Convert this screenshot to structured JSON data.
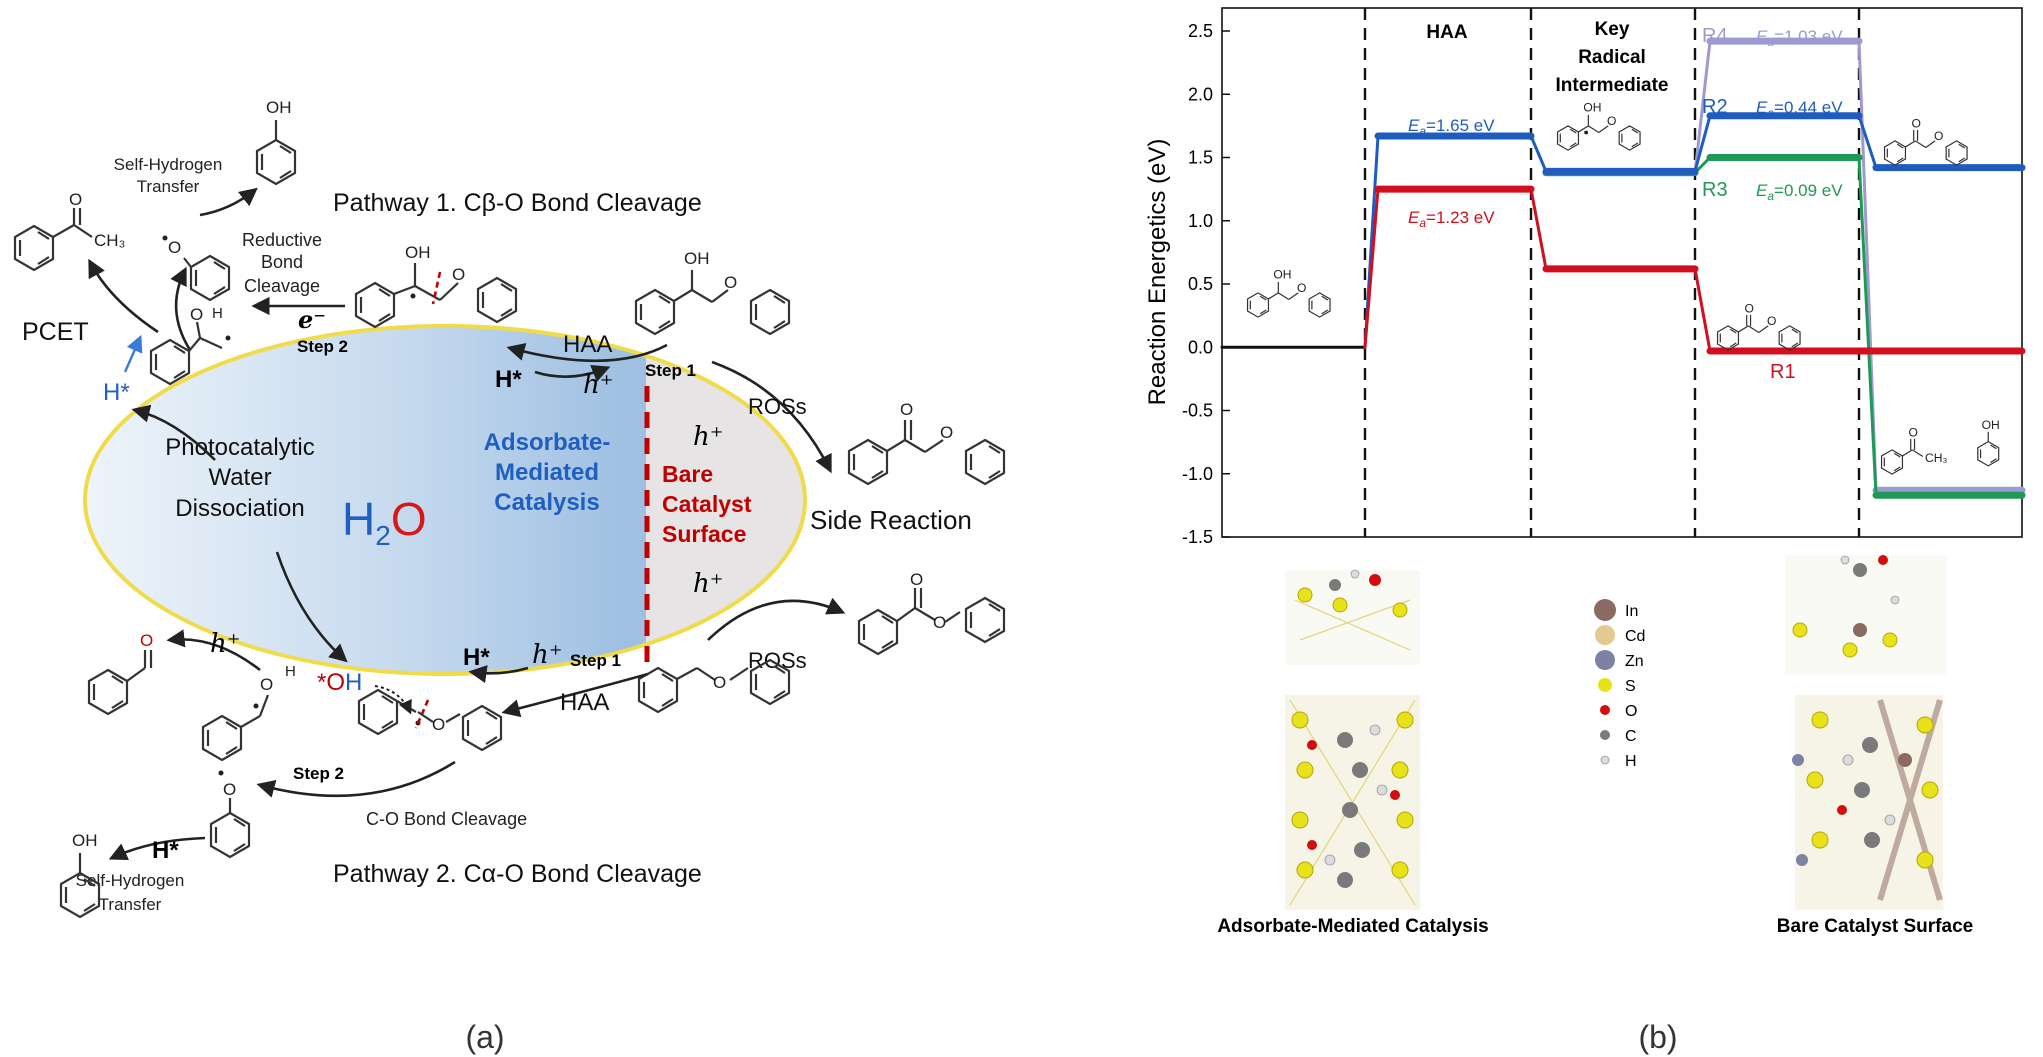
{
  "panel_a": {
    "label": "(a)",
    "pathway1_title": "Pathway 1. Cβ-O Bond Cleavage",
    "pathway2_title": "Pathway 2. Cα-O Bond Cleavage",
    "pcet": "PCET",
    "self_h_transfer_top": [
      "Self-Hydrogen",
      "Transfer"
    ],
    "reductive_cleavage": [
      "Reductive",
      "Bond",
      "Cleavage"
    ],
    "electron": "e⁻",
    "step2": "Step 2",
    "step1": "Step 1",
    "haa": "HAA",
    "h_star": "H*",
    "h_plus": "h⁺",
    "ros": "ROSs",
    "side_reaction": "Side Reaction",
    "photocatalytic": [
      "Photocatalytic",
      "Water",
      "Dissociation"
    ],
    "h2o_h": "H",
    "h2o_2": "2",
    "h2o_o": "O",
    "adsorbate_mediated": [
      "Adsorbate-",
      "Mediated",
      "Catalysis"
    ],
    "bare_catalyst": [
      "Bare",
      "Catalyst",
      "Surface"
    ],
    "oh_star_mark": "*O",
    "oh_h": "H",
    "co_cleavage": "C-O Bond Cleavage",
    "self_h_transfer_bottom": [
      "Self-Hydrogen",
      "Transfer"
    ],
    "atom_oh": "OH",
    "atom_o": "O",
    "atom_h": "H",
    "atom_ch3": "CH₃",
    "colors": {
      "blue": "#1f5fbf",
      "red": "#c00000",
      "yellow": "#f0dc4a"
    }
  },
  "panel_b": {
    "label": "(b)",
    "chart_data": {
      "type": "line",
      "ylabel": "Reaction Energetics (eV)",
      "ylim": [
        -1.5,
        2.5
      ],
      "yticks": [
        "2.5",
        "2.0",
        "1.5",
        "1.0",
        "0.5",
        "0.0",
        "-0.5",
        "-1.0",
        "-1.5"
      ],
      "stage_labels": [
        "HAA",
        "Key Radical Intermediate"
      ],
      "stage_label_lines": [
        [
          "HAA"
        ],
        [
          "Key",
          "Radical",
          "Intermediate"
        ]
      ],
      "series": [
        {
          "name": "R1",
          "color": "#d10f1f",
          "levels": [
            0.0,
            1.25,
            0.62,
            -0.03
          ]
        },
        {
          "name": "R2",
          "color": "#1e5cc0",
          "levels": [
            0.0,
            1.67,
            1.39,
            1.83,
            1.42
          ]
        },
        {
          "name": "R3",
          "color": "#1f9a56",
          "levels": [
            1.38,
            1.5,
            -1.17
          ]
        },
        {
          "name": "R4",
          "color": "#9c9ad0",
          "levels": [
            1.38,
            2.42,
            -1.13
          ]
        }
      ],
      "annotations": [
        {
          "series": "R1",
          "text": "Ea=1.23 eV",
          "sym": "E",
          "sub": "a",
          "val": "=1.23 eV"
        },
        {
          "series": "R2",
          "text": "Ea=1.65 eV",
          "sym": "E",
          "sub": "a",
          "val": "=1.65 eV"
        },
        {
          "series": "R2",
          "text": "Ea=0.44 eV",
          "sym": "E",
          "sub": "a",
          "val": "=0.44 eV"
        },
        {
          "series": "R3",
          "text": "Ea=0.09 eV",
          "sym": "E",
          "sub": "a",
          "val": "=0.09 eV"
        },
        {
          "series": "R4",
          "text": "Ea=1.03 eV",
          "sym": "E",
          "sub": "a",
          "val": "=1.03 eV"
        }
      ]
    },
    "legend": [
      {
        "label": "In",
        "color": "#8a6a62"
      },
      {
        "label": "Cd",
        "color": "#e6c98f"
      },
      {
        "label": "Zn",
        "color": "#7d82a3"
      },
      {
        "label": "S",
        "color": "#e8e21a"
      },
      {
        "label": "O",
        "color": "#d20d0d"
      },
      {
        "label": "C",
        "color": "#7a7a7a"
      },
      {
        "label": "H",
        "color": "#dcdcdc"
      }
    ],
    "caption_left": "Adsorbate-Mediated Catalysis",
    "caption_right": "Bare Catalyst Surface",
    "ch3": "CH₃",
    "oh": "OH",
    "o": "O"
  }
}
